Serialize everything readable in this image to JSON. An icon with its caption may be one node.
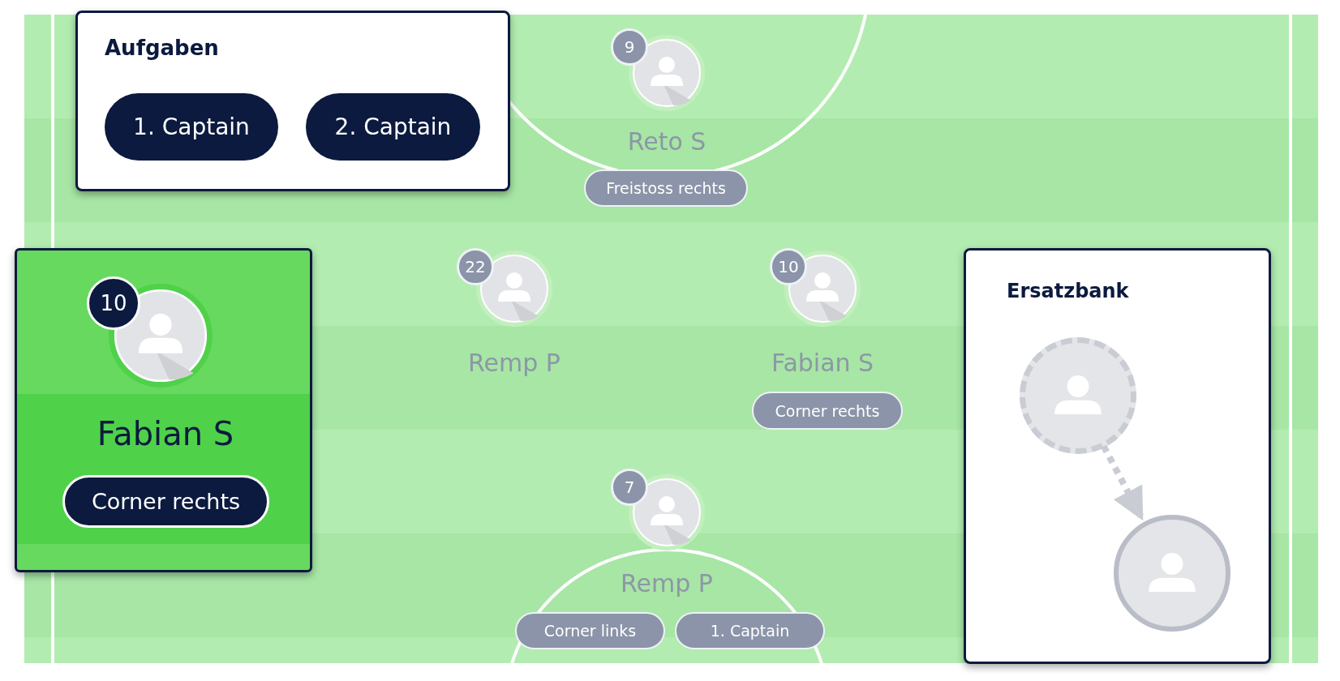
{
  "diagram": {
    "nodes": [
      {
        "text": [
          "Aufgaben"
        ]
      },
      {
        "text": [
          "1. Captain"
        ],
        "in": 0
      },
      {
        "text": [
          "2. Captain"
        ],
        "in": 0
      },
      {
        "text": [
          "9"
        ]
      },
      {
        "text": [
          "Freistoss rechts"
        ]
      },
      {
        "text": [
          "Fabian S"
        ]
      },
      {
        "text": [
          "10"
        ],
        "in": 5
      },
      {
        "text": [
          "Corner rechts"
        ],
        "in": 5
      },
      {
        "text": [
          "22"
        ]
      },
      {
        "text": [
          "10"
        ]
      },
      {
        "text": [
          "Corner rechts"
        ]
      },
      {
        "text": [
          "Ersatzbank"
        ]
      },
      {
        "text": [],
        "shape": "circle",
        "in": 11
      },
      {
        "text": [],
        "shape": "circle",
        "in": 11
      },
      {
        "text": [
          "7"
        ]
      },
      {
        "text": [
          "Corner links"
        ]
      },
      {
        "text": [
          "1. Captain"
        ]
      }
    ],
    "edges": [
      {
        "from": 12,
        "to": 13,
        "arrow": "to",
        "style": "dashed"
      }
    ],
    "labels": [
      "Reto S",
      "Remp P",
      "Fabian S",
      "Remp P"
    ]
  }
}
